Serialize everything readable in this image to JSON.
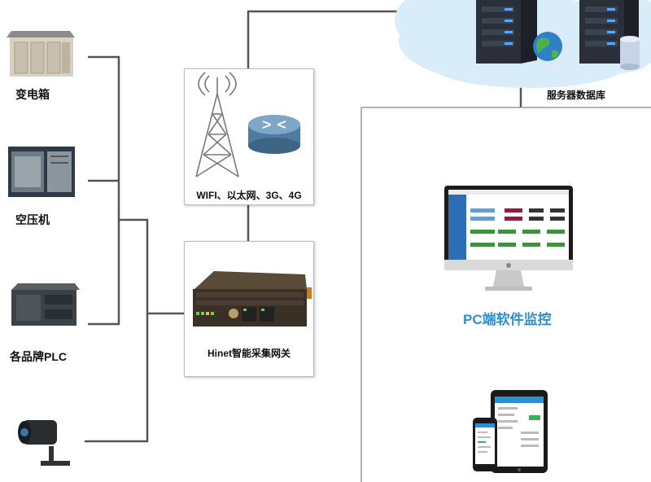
{
  "devices": {
    "substation": "变电箱",
    "compressor": "空压机",
    "plc": "各品牌PLC"
  },
  "network": {
    "label": "WIFI、以太网、3G、4G"
  },
  "gateway": {
    "label": "Hinet智能采集网关"
  },
  "cloud": {
    "label": "服务器数据库"
  },
  "monitor": {
    "pc_label": "PC端软件监控"
  },
  "colors": {
    "line": "#555555",
    "accent_blue": "#2d8fd0",
    "cloud": "#d9ecf9",
    "server": "#2b3038"
  }
}
